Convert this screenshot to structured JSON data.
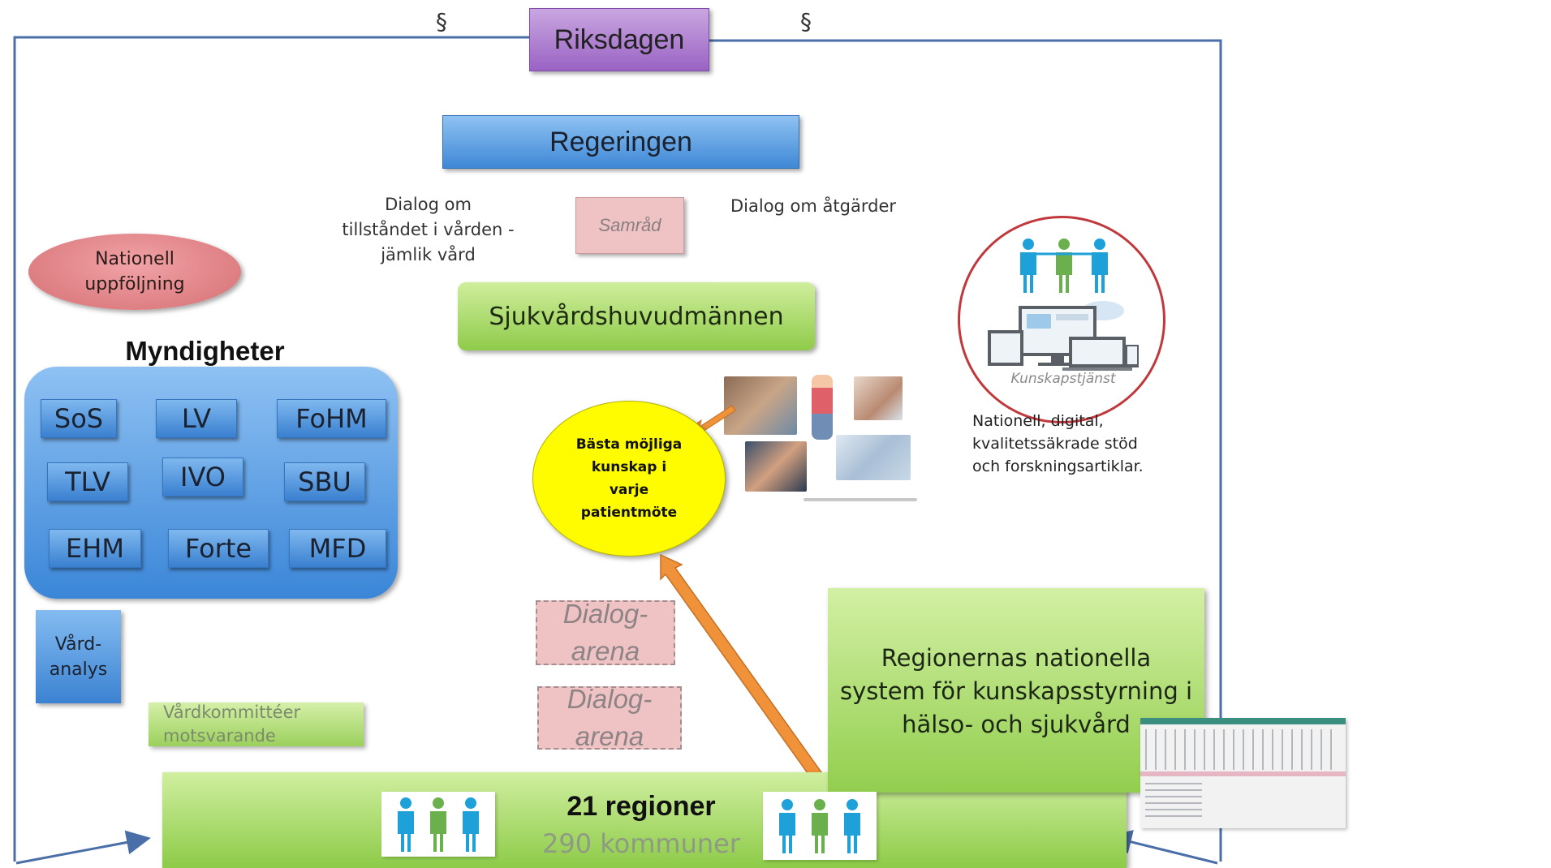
{
  "diagram": {
    "top": {
      "riksdagen": "Riksdagen",
      "section_left": "§",
      "section_right": "§"
    },
    "regeringen": "Regeringen",
    "dialog_left": [
      "Dialog om",
      "tillståndet i vården -",
      "jämlik vård"
    ],
    "samrad": "Samråd",
    "dialog_right": "Dialog om åtgärder",
    "sjukvardshuvudmannen": "Sjukvårdshuvudmännen",
    "nationell_uppfoljning": [
      "Nationell",
      "uppföljning"
    ],
    "myndigheter": {
      "title": "Myndigheter",
      "agencies": [
        "SoS",
        "LV",
        "FoHM",
        "TLV",
        "IVO",
        "SBU",
        "EHM",
        "Forte",
        "MFD"
      ]
    },
    "vardanalys": [
      "Vård-",
      "analys"
    ],
    "vardkommitteer": [
      "Vårdkommittéer",
      "motsvarande"
    ],
    "dialog_arena": [
      [
        "Dialog-",
        "arena"
      ],
      [
        "Dialog-",
        "arena"
      ]
    ],
    "patient_bubble": [
      "Bästa möjliga",
      "kunskap i",
      "varje",
      "patientmöte"
    ],
    "kunskapstjanst": {
      "label": "Kunskapstjänst",
      "description": [
        "Nationell, digital,",
        "kvalitetssäkrade stöd",
        "och forskningsartiklar."
      ]
    },
    "regional_system": [
      "Regionernas nationella",
      "system för kunskapsstyrning i",
      "hälso- och sjukvård"
    ],
    "regioner": {
      "title": "21 regioner",
      "subtitle": "290 kommuner"
    }
  },
  "colors": {
    "frame": "#4a6fa8",
    "riksdagen": "#a46ccf",
    "regeringen": "#4a90dd",
    "green": "#92ce4e",
    "pink": "#efc3c4",
    "yellow": "#fffc00",
    "arrow": "#f0923a",
    "people_blue": "#1ea1d8",
    "people_green": "#6ab04c"
  },
  "icons": [
    "people-group-icon",
    "computer-devices-icon",
    "photo-collage"
  ]
}
